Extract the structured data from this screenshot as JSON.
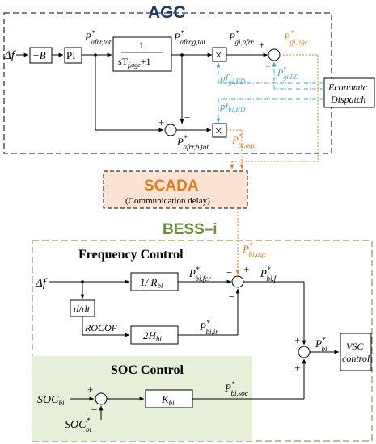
{
  "colors": {
    "agc_border": "#1f3a5f",
    "agc_title": "#1f3a5f",
    "scada_title": "#e07b22",
    "scada_fill": "#fbe3d4",
    "bess_border": "#8c9a5b",
    "bess_title": "#6a8f3a",
    "soc_fill": "#e6efd8",
    "cyan_link": "#4aa8c8",
    "orange_link": "#e07b22",
    "line": "#000000"
  },
  "agc": {
    "title": "AGC",
    "delta_f": "Δf",
    "gain": "−B",
    "pi": "PI",
    "tf_num": "1",
    "tf_den": "sT",
    "tf_den_sub": "f,agc",
    "tf_den_tail": "+1",
    "p_afrr_tot": "P",
    "p_afrr_tot_sup": "*",
    "p_afrr_tot_sub": "afrr,tot",
    "p_afrr_g_tot": "P",
    "p_afrr_g_tot_sup": "*",
    "p_afrr_g_tot_sub": "afrr,g,tot",
    "p_gi_afrr": "P",
    "p_gi_afrr_sup": "*",
    "p_gi_afrr_sub": "gi,afrr",
    "p_gi_agc": "P",
    "p_gi_agc_sup": "*",
    "p_gi_agc_sub": "gi,agc",
    "p_gi_ed": "P",
    "p_gi_ed_sup": "*",
    "p_gi_ed_sub": "gi,ED",
    "pf_gi_ed": "pf",
    "pf_gi_ed_sub": "gi,ED",
    "pf_bi_ed": "pf",
    "pf_bi_ed_sub": "bi,ED",
    "p_afrr_b_tot": "P",
    "p_afrr_b_tot_sup": "*",
    "p_afrr_b_tot_sub": "afrr,b,tot",
    "p_bi_agc": "P",
    "p_bi_agc_sup": "*",
    "p_bi_agc_sub": "bi,agc",
    "plus": "+",
    "minus": "−",
    "times": "×"
  },
  "economic_dispatch": {
    "line1": "Economic",
    "line2": "Dispatch"
  },
  "scada": {
    "title": "SCADA",
    "subtitle": "(Communication delay)"
  },
  "bess": {
    "title": "BESS–i",
    "p_bi_agc": "P",
    "p_bi_agc_sup": "*",
    "p_bi_agc_sub": "bi,agc"
  },
  "frequency_control": {
    "title": "Frequency Control",
    "delta_f": "Δf",
    "droop": "1/ R",
    "droop_sub": "bi",
    "deriv": "d/dt",
    "rocof": "ROCOF",
    "inertia": "2H",
    "inertia_sub": "bi",
    "p_bi_fcr": "P",
    "p_bi_fcr_sup": "*",
    "p_bi_fcr_sub": "bi,fcr",
    "p_bi_ir": "P",
    "p_bi_ir_sup": "*",
    "p_bi_ir_sub": "bi,ir",
    "p_bi_f": "P",
    "p_bi_f_sup": "*",
    "p_bi_f_sub": "bi,f",
    "p_bi": "P",
    "p_bi_sup": "*",
    "p_bi_sub": "bi"
  },
  "soc_control": {
    "title": "SOC Control",
    "soc_bi": "SOC",
    "soc_bi_sub": "bi",
    "soc_ref": "SOC",
    "soc_ref_sup": "*",
    "soc_ref_sub": "bi",
    "gain": "K",
    "gain_sub": "bi",
    "p_bi_soc": "P",
    "p_bi_soc_sup": "*",
    "p_bi_soc_sub": "bi,soc"
  },
  "vsc": {
    "line1": "VSC",
    "line2": "control"
  }
}
